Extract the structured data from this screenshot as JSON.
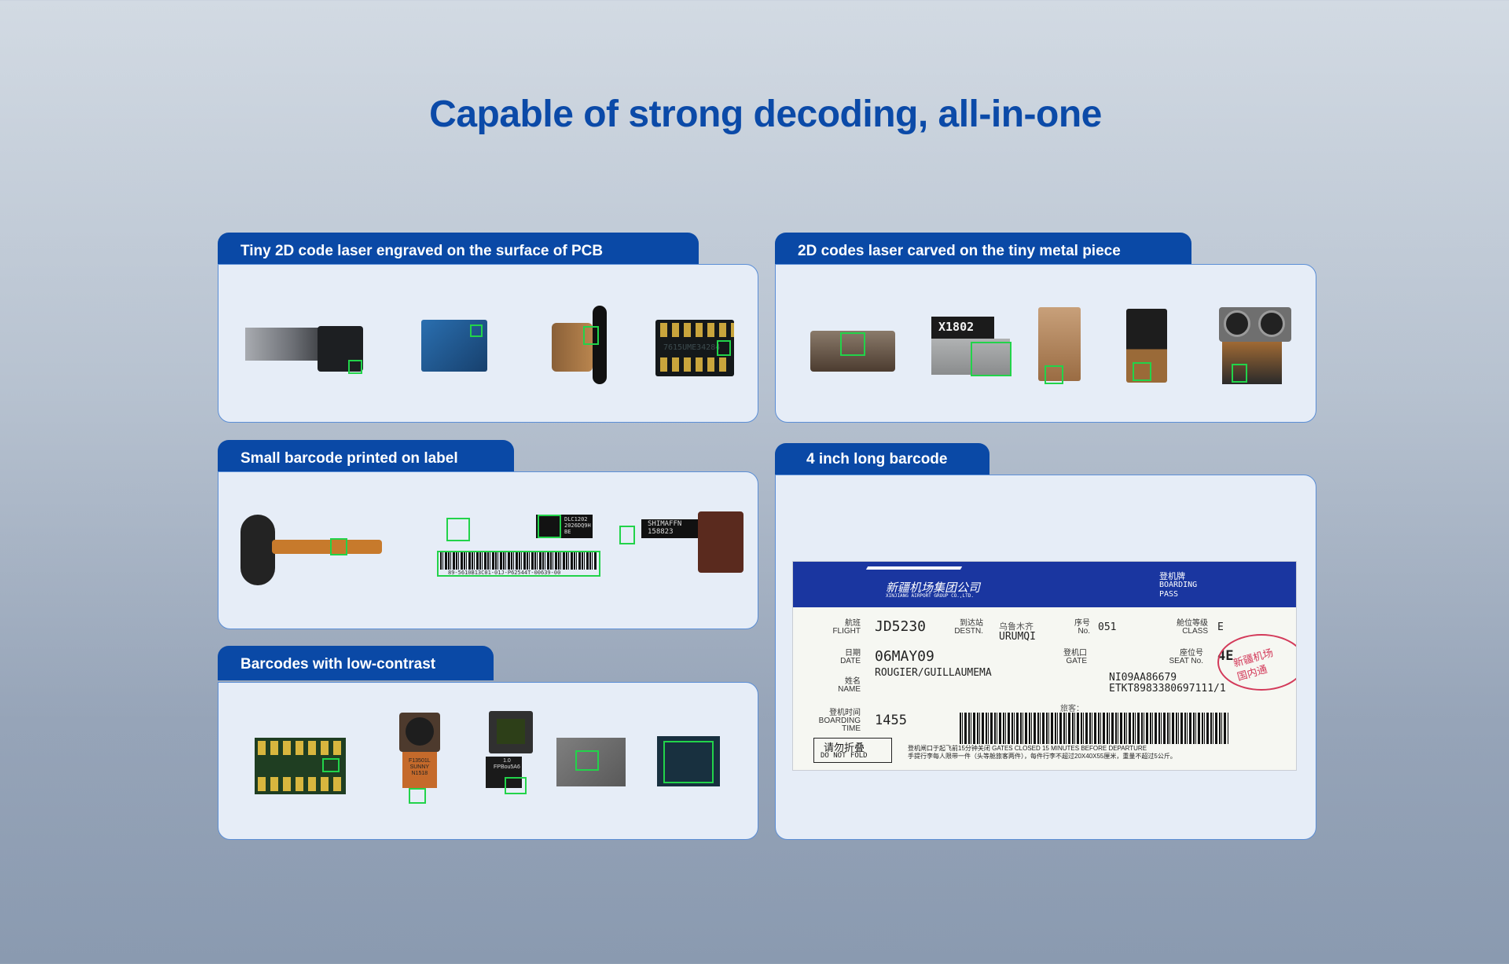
{
  "page": {
    "title": "Capable of strong decoding, all-in-one",
    "colors": {
      "accent": "#0a49a6",
      "highlight_box": "#22d34a",
      "panel_bg": "#e6edf7"
    }
  },
  "cards": [
    {
      "id": "pcb",
      "label": "Tiny 2D code laser engraved on the surface of PCB"
    },
    {
      "id": "metal",
      "label": "2D codes laser carved on the tiny metal piece"
    },
    {
      "id": "label",
      "label": "Small barcode printed on label"
    },
    {
      "id": "long",
      "label": "4 inch long barcode"
    },
    {
      "id": "contrast",
      "label": "Barcodes with low-contrast"
    }
  ],
  "product_labels": {
    "metal_chip": "X1802",
    "label_small": "DLC1202\n2026DQ9H\nBE",
    "flex_label": "SHIMAFFN\n158823",
    "barcode_text": "89-5610B13C01-01J-P62544T-00639-00",
    "camera_label": "F13501L\nSUNNY\nN1518",
    "sensor_label": "1.0\nFPBou5A6",
    "pcb_print": "7615UME34284"
  },
  "boarding_pass": {
    "company_cn": "新疆机场集团公司",
    "company_en": "XINJIANG AIRPORT GROUP CO.,LTD.",
    "doc_cn": "登机牌",
    "doc_en": "BOARDING\nPASS",
    "flight_label_cn": "航班",
    "flight_label_en": "FLIGHT",
    "flight": "JD5230",
    "destn_label_cn": "到达站",
    "destn_label_en": "DESTN.",
    "destn_cn": "乌鲁木齐",
    "destn": "URUMQI",
    "seq_label_cn": "序号",
    "seq_label_en": "No.",
    "seq": "051",
    "class_label_cn": "舱位等级",
    "class_label_en": "CLASS",
    "class": "E",
    "date_label_cn": "日期",
    "date_label_en": "DATE",
    "date": "06MAY09",
    "gate_label_cn": "登机口",
    "gate_label_en": "GATE",
    "seat_label_cn": "座位号",
    "seat_label_en": "SEAT No.",
    "seat": "4E",
    "name_label_cn": "姓名",
    "name_label_en": "NAME",
    "name": "ROUGIER/GUILLAUMEMA",
    "ticket_a": "NI09AA86679",
    "ticket_b": "ETKT8983380697111/1",
    "boarding_label_cn": "登机时间",
    "boarding_label_en": "BOARDING\nTIME",
    "boarding_time": "1455",
    "passenger_cn": "旅客：",
    "no_fold_cn": "请勿折叠",
    "no_fold_en": "DO NOT FOLD",
    "notice_1": "登机闸口于起飞前15分钟关闭 GATES CLOSED 15 MINUTES BEFORE DEPARTURE",
    "notice_2": "手提行李每人限带一件（头等舱旅客两件），每件行李不超过20X40X55厘米，重量不超过5公斤。",
    "stamp": "新疆机场 国内通"
  }
}
